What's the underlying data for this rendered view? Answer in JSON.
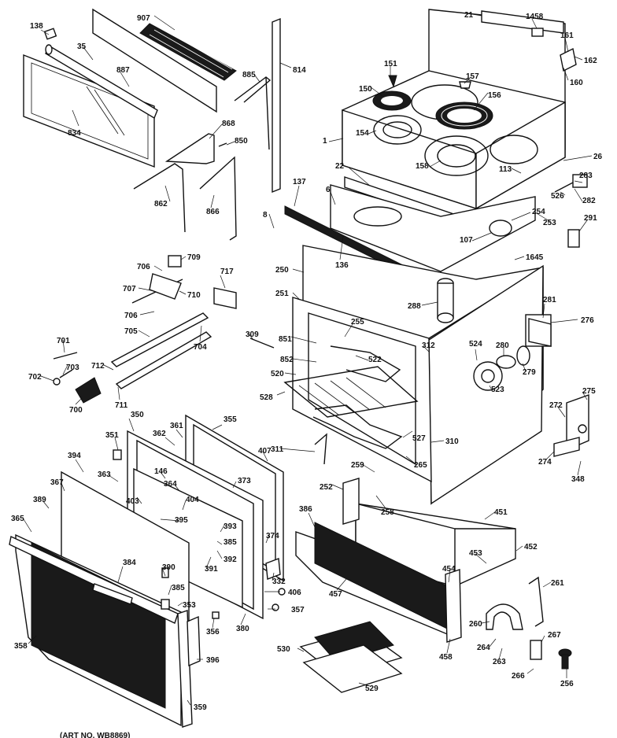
{
  "diagram": {
    "footer_note": "(ART NO. WB8869)",
    "part_labels": {
      "p138": "138",
      "p907": "907",
      "p35": "35",
      "p887": "887",
      "p834": "834",
      "p885": "885",
      "p814": "814",
      "p868": "868",
      "p850": "850",
      "p862": "862",
      "p866": "866",
      "p21": "21",
      "p1458": "1458",
      "p161": "161",
      "p162": "162",
      "p160": "160",
      "p151": "151",
      "p157": "157",
      "p150": "150",
      "p156": "156",
      "p154": "154",
      "p1": "1",
      "p158": "158",
      "p113": "113",
      "p26": "26",
      "p22": "22",
      "p137": "137",
      "p6": "6",
      "p283": "283",
      "p526": "526",
      "p282": "282",
      "p254": "254",
      "p253": "253",
      "p107": "107",
      "p291": "291",
      "p8": "8",
      "p1645": "1645",
      "p136": "136",
      "p250": "250",
      "p251": "251",
      "p288": "288",
      "p281": "281",
      "p276": "276",
      "p706a": "706",
      "p709": "709",
      "p717": "717",
      "p707": "707",
      "p710": "710",
      "p706b": "706",
      "p705": "705",
      "p704": "704",
      "p701": "701",
      "p703": "703",
      "p702": "702",
      "p712": "712",
      "p711": "711",
      "p700": "700",
      "p309": "309",
      "p255": "255",
      "p851": "851",
      "p852": "852",
      "p522": "522",
      "p520": "520",
      "p528": "528",
      "p312": "312",
      "p524": "524",
      "p280": "280",
      "p279": "279",
      "p523": "523",
      "p275": "275",
      "p272": "272",
      "p274": "274",
      "p348": "348",
      "p527": "527",
      "p310": "310",
      "p311": "311",
      "p265": "265",
      "p259": "259",
      "p258": "258",
      "p252": "252",
      "p350": "350",
      "p355": "355",
      "p351": "351",
      "p362": "362",
      "p361": "361",
      "p407": "407",
      "p394": "394",
      "p363": "363",
      "p146": "146",
      "p373": "373",
      "p367": "367",
      "p364": "364",
      "p403": "403",
      "p404": "404",
      "p389": "389",
      "p395": "395",
      "p393": "393",
      "p385a": "385",
      "p392": "392",
      "p374": "374",
      "p384": "384",
      "p390": "390",
      "p391": "391",
      "p385b": "385",
      "p353": "353",
      "p356": "356",
      "p380": "380",
      "p332": "332",
      "p406": "406",
      "p357": "357",
      "p358": "358",
      "p396": "396",
      "p359": "359",
      "p386": "386",
      "p451": "451",
      "p452": "452",
      "p453": "453",
      "p454": "454",
      "p457": "457",
      "p458": "458",
      "p261": "261",
      "p260": "260",
      "p264": "264",
      "p263": "263",
      "p267": "267",
      "p266": "266",
      "p256": "256",
      "p530": "530",
      "p529": "529"
    }
  }
}
